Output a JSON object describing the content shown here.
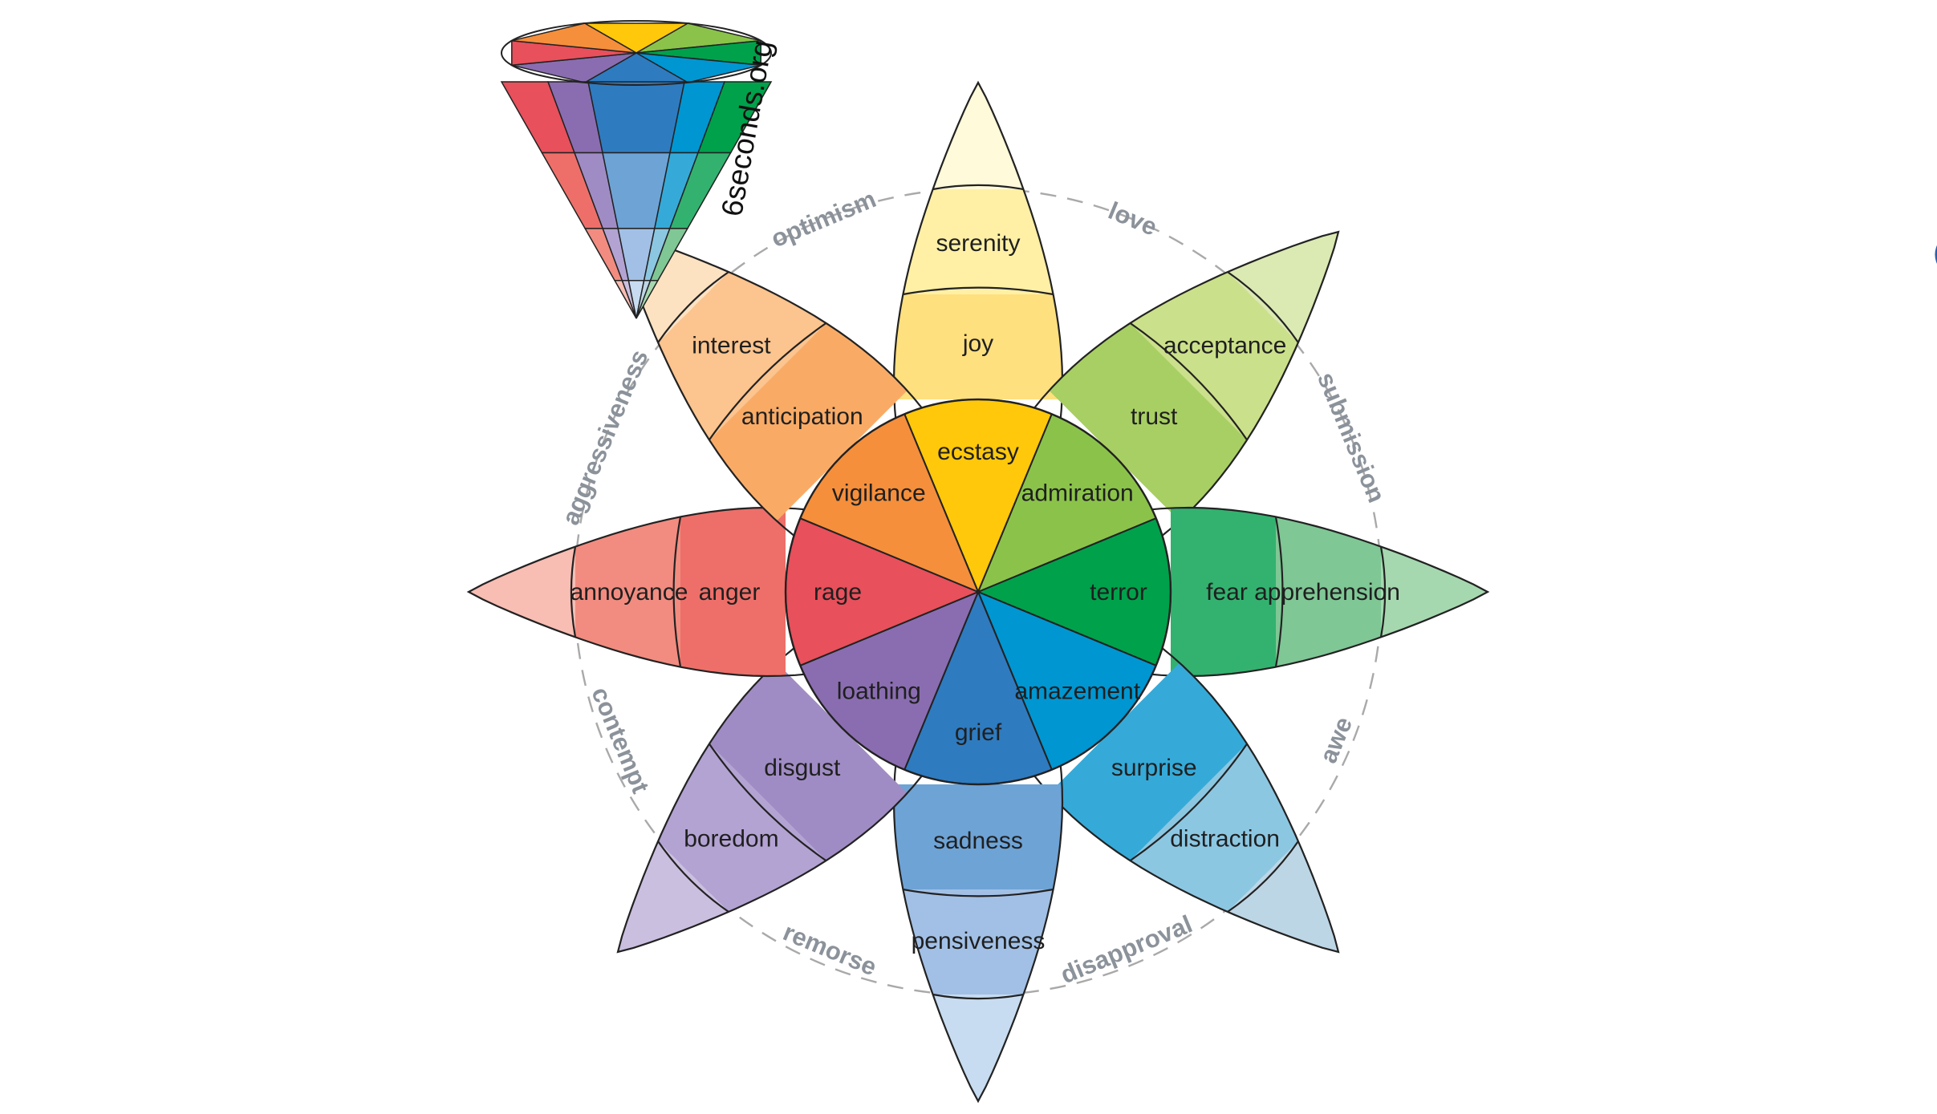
{
  "emotions": [
    {
      "key": "joy",
      "outer": "serenity",
      "middle": "joy",
      "inner": "ecstasy",
      "colors": [
        "#fffad9",
        "#fff0a6",
        "#ffe07f",
        "#ffc80a"
      ]
    },
    {
      "key": "trust",
      "outer": "acceptance",
      "middle": "trust",
      "inner": "admiration",
      "colors": [
        "#dbe9b3",
        "#cbe08a",
        "#a8cf63",
        "#8bc34a"
      ]
    },
    {
      "key": "fear",
      "outer": "apprehension",
      "middle": "fear",
      "inner": "terror",
      "colors": [
        "#a6d8b0",
        "#7fc795",
        "#33b26f",
        "#00a14b"
      ]
    },
    {
      "key": "surprise",
      "outer": "distraction",
      "middle": "surprise",
      "inner": "amazement",
      "colors": [
        "#bdd6e6",
        "#8cc7e2",
        "#35aad8",
        "#0096d1"
      ]
    },
    {
      "key": "sadness",
      "outer": "pensiveness",
      "middle": "sadness",
      "inner": "grief",
      "colors": [
        "#c7dcf0",
        "#a2c0e6",
        "#6ea3d6",
        "#2f7bc0"
      ]
    },
    {
      "key": "disgust",
      "outer": "boredom",
      "middle": "disgust",
      "inner": "loathing",
      "colors": [
        "#cbbfe0",
        "#b3a3d3",
        "#a08cc4",
        "#8a6db0"
      ]
    },
    {
      "key": "anger",
      "outer": "annoyance",
      "middle": "anger",
      "inner": "rage",
      "colors": [
        "#f8bdb3",
        "#f28c80",
        "#ee6f69",
        "#e8505b"
      ]
    },
    {
      "key": "anticipation",
      "outer": "interest",
      "middle": "anticipation",
      "inner": "vigilance",
      "colors": [
        "#fde2c2",
        "#fcc48e",
        "#f9ab66",
        "#f58f3b"
      ]
    }
  ],
  "dyads": [
    "love",
    "submission",
    "awe",
    "disapproval",
    "remorse",
    "contempt",
    "aggressiveness",
    "optimism"
  ],
  "branding": {
    "site": "6seconds.org"
  }
}
